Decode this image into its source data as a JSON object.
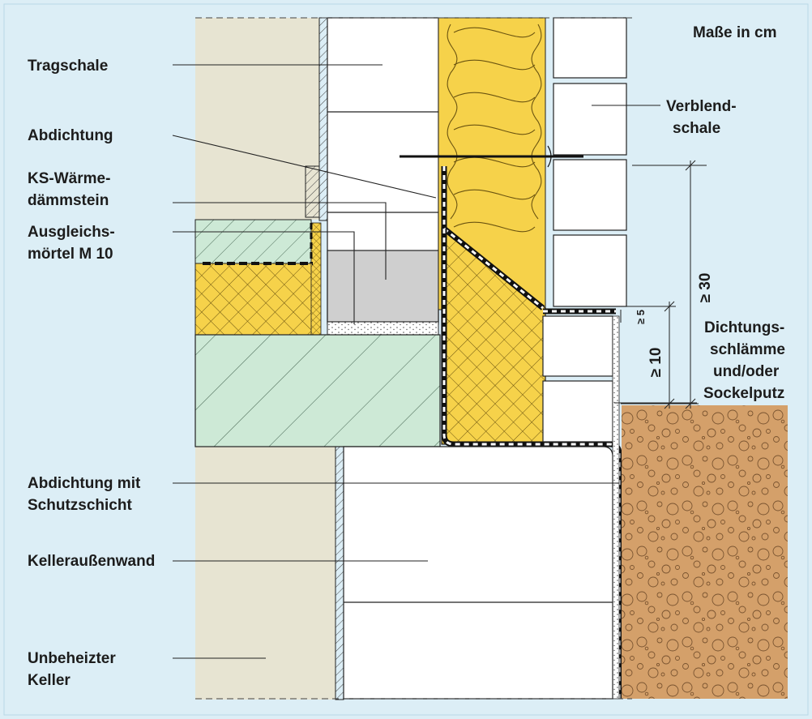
{
  "labels": {
    "units": "Maße in cm",
    "tragschale": "Tragschale",
    "abdichtung": "Abdichtung",
    "ks_line1": "KS-Wärme-",
    "ks_line2": "dämmstein",
    "ausgl_line1": "Ausgleichs-",
    "ausgl_line2": "mörtel M 10",
    "verblend_line1": "Verblend-",
    "verblend_line2": "schale",
    "dicht_line1": "Dichtungs-",
    "dicht_line2": "schlämme",
    "dicht_line3": "und/oder",
    "dicht_line4": "Sockelputz",
    "abdschutz_line1": "Abdichtung mit",
    "abdschutz_line2": "Schutzschicht",
    "kelleraussenwand": "Kelleraußenwand",
    "keller_line1": "Unbeheizter",
    "keller_line2": "Keller"
  },
  "dimensions": {
    "d30": "≥ 30",
    "d10": "≥ 10",
    "d5": "≥ 5"
  },
  "colors": {
    "background": "#dceef6",
    "plaster": "#e7e4d2",
    "insulation": "#f6d24a",
    "concrete": "#cde9d6",
    "soil": "#d4a06a",
    "mortar": "#cfcfcf"
  }
}
